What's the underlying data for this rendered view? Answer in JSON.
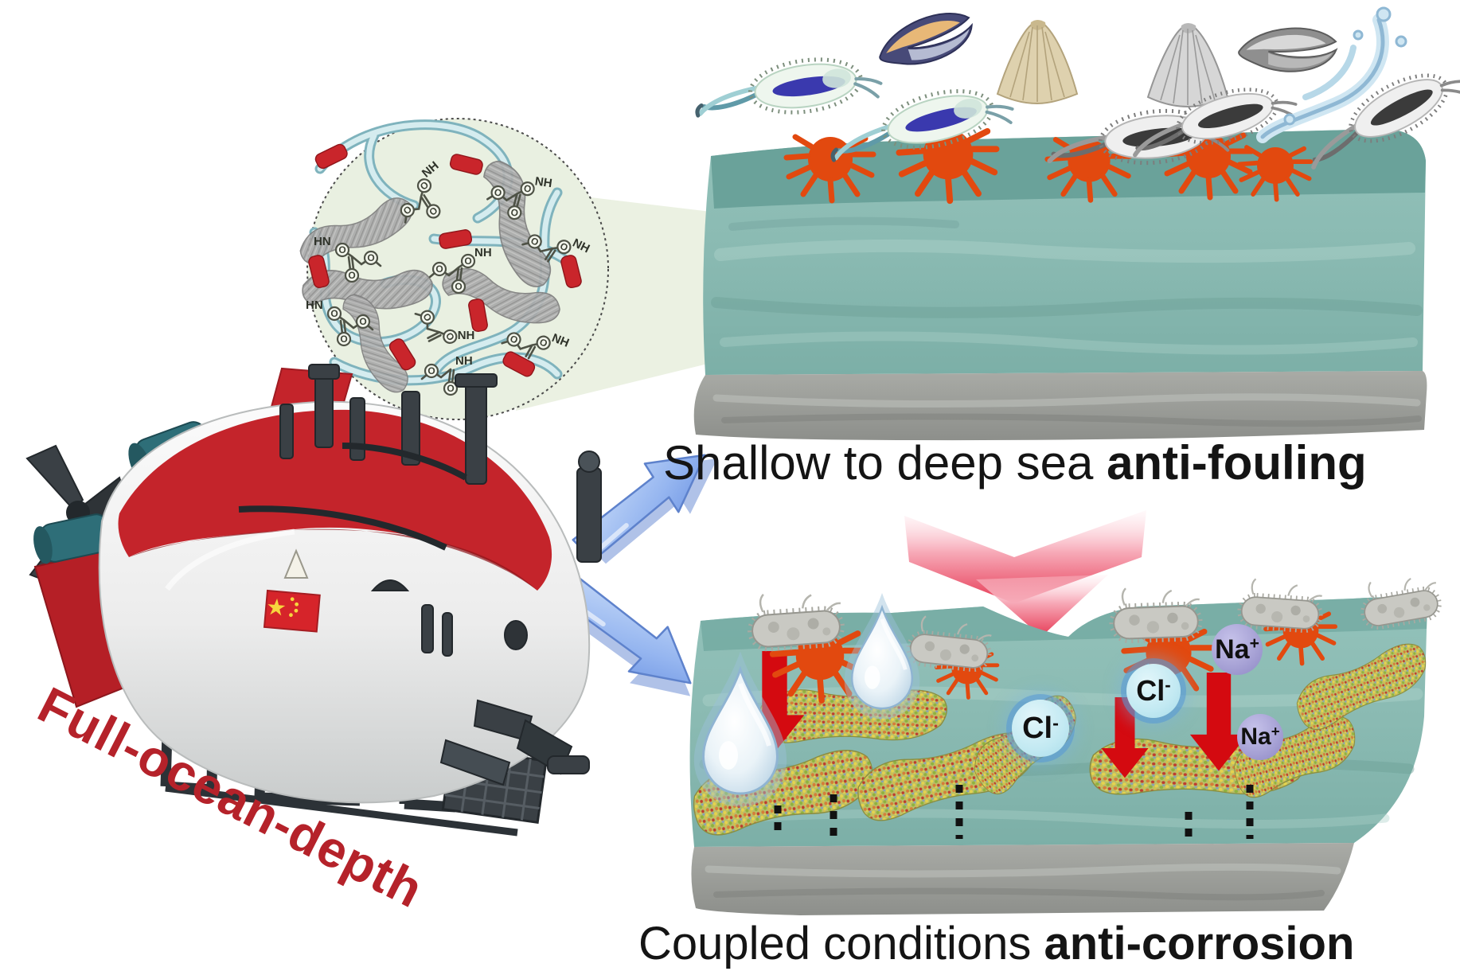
{
  "figure": {
    "captions": {
      "antifouling": {
        "normal": "Shallow to deep sea ",
        "bold": "anti-fouling"
      },
      "anticorrosion": {
        "normal": "Coupled conditions ",
        "bold": "anti-corrosion"
      }
    },
    "submersible": {
      "label": "Full-ocean-depth"
    },
    "inset": {
      "group_labels": [
        "NH",
        "NH",
        "HN",
        "NH",
        "NH",
        "HN",
        "NH",
        "NH",
        "NH"
      ],
      "oxygen": "O"
    },
    "ions": {
      "na": {
        "symbol": "Na",
        "charge": "+"
      },
      "cl": {
        "symbol": "Cl",
        "charge": "-"
      }
    },
    "colors": {
      "coating_teal": "#8cbcb4",
      "coating_top_teal": "#6aa29a",
      "substrate_gray": "#9ea09b",
      "fouling_orange": "#e2490f",
      "diffusion_arrow_red": "#d40a10",
      "sodium_purple": "#a8a3d6",
      "chloride_cyan": "#c2e9f2",
      "label_red": "#b5222a",
      "guide_arrow_blue": "#8fb2ee",
      "transition_arrow_pink": "#e8495f",
      "inset_background": "#e9f0e1",
      "polymer_chain_blue": "#cfe9ec",
      "crosslink_band_red": "#c9252b",
      "nanosheet_gray": "#a5a5a5",
      "graphene_speckle": "#bcbf66"
    }
  }
}
